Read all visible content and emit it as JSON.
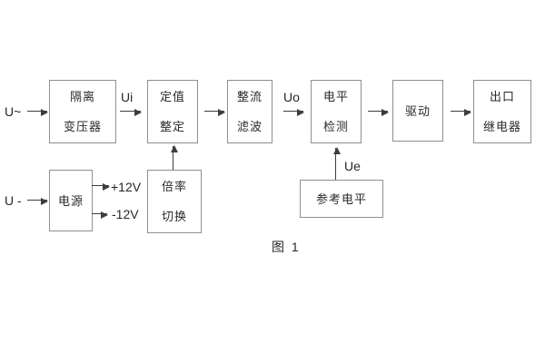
{
  "figure": {
    "caption": "图 1"
  },
  "colors": {
    "background": "#ffffff",
    "box_border": "#8f8f8f",
    "line": "#3d3d3d",
    "text": "#262626"
  },
  "blocks": {
    "isolation_transformer": {
      "line1": "隔离",
      "line2": "变压器"
    },
    "value_setting": {
      "line1": "定值",
      "line2": "整定"
    },
    "rectifier_filter": {
      "line1": "整流",
      "line2": "滤波"
    },
    "level_detection": {
      "line1": "电平",
      "line2": "检测"
    },
    "drive": {
      "label": "驱动"
    },
    "output_relay": {
      "line1": "出口",
      "line2": "继电器"
    },
    "power_supply": {
      "label": "电源"
    },
    "multiplier_switch": {
      "line1": "倍率",
      "line2": "切换"
    },
    "reference_level": {
      "label": "参考电平"
    }
  },
  "signals": {
    "input_ac": "U~",
    "input_dc": "U -",
    "ui": "Ui",
    "uo": "Uo",
    "ue": "Ue",
    "plus_12v": "+12V",
    "minus_12v": "-12V"
  }
}
